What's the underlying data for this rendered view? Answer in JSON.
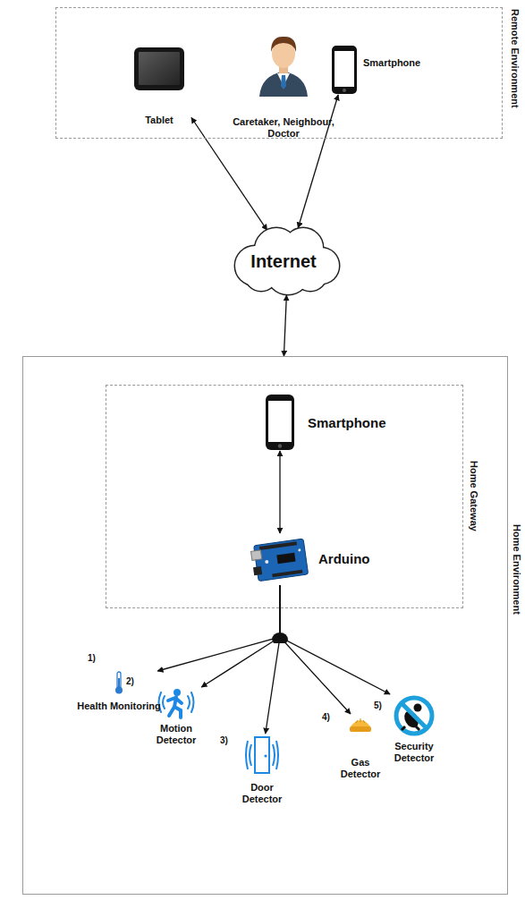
{
  "diagram": {
    "nodes": [
      {
        "text": [
          "Remote Environment"
        ]
      },
      {
        "text": [
          "Tablet"
        ],
        "in": 0
      },
      {
        "text": [
          "Caretaker, Neighbour, Doctor"
        ],
        "in": 0
      },
      {
        "text": [
          "Smartphone"
        ],
        "in": 0
      },
      {
        "text": [
          "Internet"
        ]
      },
      {
        "text": [
          "Home Environment"
        ]
      },
      {
        "text": [
          "Home Gateway"
        ],
        "in": 5
      },
      {
        "text": [
          "Smartphone"
        ],
        "in": 6
      },
      {
        "text": [
          "Arduino"
        ],
        "in": 6
      },
      {
        "text": [
          "Health Monitoring"
        ],
        "in": 5
      },
      {
        "text": [
          "Motion Detector"
        ],
        "in": 5
      },
      {
        "text": [
          "Door Detector"
        ],
        "in": 5
      },
      {
        "text": [
          "Gas Detector"
        ],
        "in": 5
      },
      {
        "text": [
          "Security Detector"
        ],
        "in": 5
      }
    ],
    "edges": [
      {
        "from": 1,
        "to": 4,
        "arrow": "both"
      },
      {
        "from": 3,
        "to": 4,
        "arrow": "both"
      },
      {
        "from": 4,
        "to": 5,
        "arrow": "both"
      },
      {
        "from": 7,
        "to": 8,
        "arrow": "both"
      },
      {
        "from": 8,
        "to": 9,
        "arrow": "to"
      },
      {
        "from": 8,
        "to": 10,
        "arrow": "to"
      },
      {
        "from": 8,
        "to": 11,
        "arrow": "to"
      },
      {
        "from": 8,
        "to": 12,
        "arrow": "to"
      },
      {
        "from": 8,
        "to": 13,
        "arrow": "to"
      }
    ],
    "labels": [
      "1)",
      "2)",
      "3)",
      "4)",
      "5)"
    ]
  }
}
